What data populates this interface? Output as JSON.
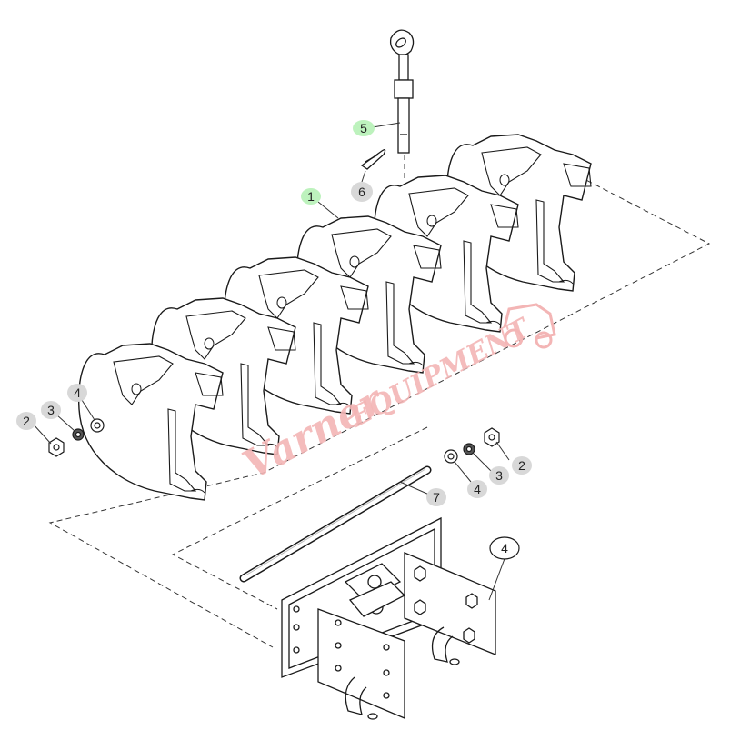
{
  "diagram": {
    "callouts": {
      "c5": {
        "label": "5",
        "color": "#bdf2bd"
      },
      "c6": {
        "label": "6",
        "color": "#d8d8d8"
      },
      "c1": {
        "label": "1",
        "color": "#bdf2bd"
      },
      "c2_left": {
        "label": "2",
        "color": "#d8d8d8"
      },
      "c3_left": {
        "label": "3",
        "color": "#d8d8d8"
      },
      "c4_left": {
        "label": "4",
        "color": "#d8d8d8"
      },
      "c2_right": {
        "label": "2",
        "color": "#d8d8d8"
      },
      "c3_right": {
        "label": "3",
        "color": "#d8d8d8"
      },
      "c4_right": {
        "label": "4",
        "color": "#d8d8d8"
      },
      "c7": {
        "label": "7",
        "color": "#d8d8d8"
      },
      "c4_bracket": {
        "label": "4",
        "color": "#ffffff"
      }
    },
    "watermark": {
      "brand": "Varner",
      "word": "EQUIPMENT",
      "color": "#f0a0a0"
    }
  }
}
